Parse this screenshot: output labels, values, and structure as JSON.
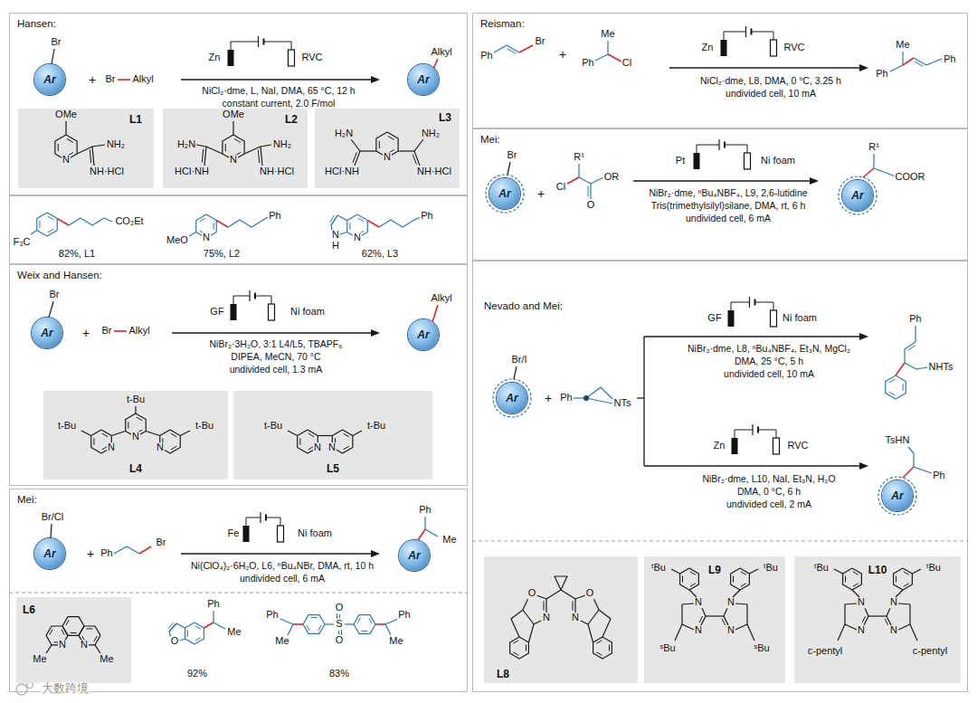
{
  "diagram": {
    "nodes": [
      {
        "text": [
          "Hansen:",
          "Br",
          "+",
          "Br",
          "Alkyl",
          "Zn",
          "RVC",
          "NiCl₂·dme, L, NaI, DMA, 65 °C, 12 h",
          "constant current, 2.0 F/mol",
          "Alkyl"
        ]
      },
      {
        "text": [
          "Ar"
        ],
        "in": 0
      },
      {
        "text": [
          "Ar"
        ],
        "in": 0
      },
      {
        "text": [
          "L1",
          "OMe",
          "N",
          "NH₂",
          "NH·HCl"
        ],
        "in": 0
      },
      {
        "text": [
          "L2",
          "OMe",
          "N",
          "H₂N",
          "NH₂",
          "HCl·NH",
          "NH·HCl"
        ],
        "in": 0
      },
      {
        "text": [
          "L3",
          "N",
          "H₂N",
          "NH₂",
          "HCl·NH",
          "NH·HCl"
        ],
        "in": 0
      },
      {
        "text": [
          "F₃C",
          "CO₂Et",
          "82%, L1",
          "MeO",
          "N",
          "Ph",
          "75%, L2",
          "N",
          "H",
          "N",
          "Ph",
          "62%, L3"
        ]
      },
      {
        "text": [
          "Weix and Hansen:",
          "Br",
          "+",
          "Br",
          "Alkyl",
          "GF",
          "Ni foam",
          "NiBr₂·3H₂O, 3:1 L4/L5, TBAPF₆",
          "DIPEA, MeCN, 70 °C",
          "undivided cell, 1.3 mA",
          "Alkyl"
        ]
      },
      {
        "text": [
          "Ar"
        ],
        "in": 7
      },
      {
        "text": [
          "Ar"
        ],
        "in": 7
      },
      {
        "text": [
          "t-Bu",
          "t-Bu",
          "N",
          "N",
          "N",
          "t-Bu",
          "L4"
        ],
        "in": 7
      },
      {
        "text": [
          "t-Bu",
          "N",
          "N",
          "t-Bu",
          "L5"
        ],
        "in": 7
      },
      {
        "text": [
          "Mei:",
          "Br/Cl",
          "+",
          "Ph",
          "Br",
          "Fe",
          "Ni foam",
          "Ni(ClO₄)₂·6H₂O, L6, ⁿBu₄NBr, DMA, rt, 10 h",
          "undivided cell, 6 mA",
          "Ph",
          "Me",
          "O",
          "Ph",
          "Me",
          "92%",
          "Ph",
          "Me",
          "O",
          "S",
          "O",
          "Ph",
          "Me",
          "83%"
        ]
      },
      {
        "text": [
          "Ar"
        ],
        "in": 12
      },
      {
        "text": [
          "Ar"
        ],
        "in": 12
      },
      {
        "text": [
          "L6",
          "Me",
          "N",
          "N",
          "Me"
        ],
        "in": 12
      },
      {
        "text": [
          "Reisman:",
          "Ph",
          "Br",
          "+",
          "Me",
          "Ph",
          "Cl",
          "Zn",
          "RVC",
          "NiCl₂·dme, L8, DMA, 0 °C, 3.25 h",
          "undivided cell, 10 mA",
          "Me",
          "Ph",
          "Ph"
        ]
      },
      {
        "text": [
          "Mei:",
          "Br",
          "+",
          "R¹",
          "Cl",
          "O",
          "OR",
          "Pt",
          "Ni foam",
          "NiBr₂·dme, ⁿBu₄NBF₄, L9, 2,6-lutidine",
          "Tris(trimethylsilyl)silane, DMA, rt, 6 h",
          "undivided cell, 6 mA",
          "R¹",
          "COOR"
        ]
      },
      {
        "text": [
          "Ar"
        ],
        "in": 17
      },
      {
        "text": [
          "Ar"
        ],
        "in": 17
      },
      {
        "text": [
          "Nevado and Mei:",
          "Br/I",
          "+",
          "Ph",
          "NTs",
          "GF",
          "Ni foam",
          "NiBr₂·dme, L8, ⁿBu₄NBF₄, Et₃N, MgCl₂",
          "DMA, 25 °C, 5 h",
          "undivided cell, 10 mA",
          "Ph",
          "NHTs",
          "Zn",
          "RVC",
          "NiBr₂·dme, L10, NaI, Et₃N, H₂O",
          "DMA, 0 °C, 6 h",
          "undivided cell, 2 mA",
          "TsHN",
          "Ph"
        ]
      },
      {
        "text": [
          "Ar"
        ],
        "in": 20
      },
      {
        "text": [
          "Ar"
        ],
        "in": 20
      },
      {
        "text": [
          "O",
          "N",
          "N",
          "O",
          "L8"
        ],
        "in": 20
      },
      {
        "text": [
          "ᵗBu",
          "L9",
          "ᵗBu",
          "N",
          "N",
          "N",
          "N",
          "ˢBu",
          "ˢBu"
        ],
        "in": 20
      },
      {
        "text": [
          "ᵗBu",
          "L10",
          "ᵗBu",
          "N",
          "N",
          "N",
          "N",
          "c-pentyl",
          "c-pentyl"
        ],
        "in": 20
      }
    ],
    "labels": [
      "大数跨境"
    ]
  }
}
